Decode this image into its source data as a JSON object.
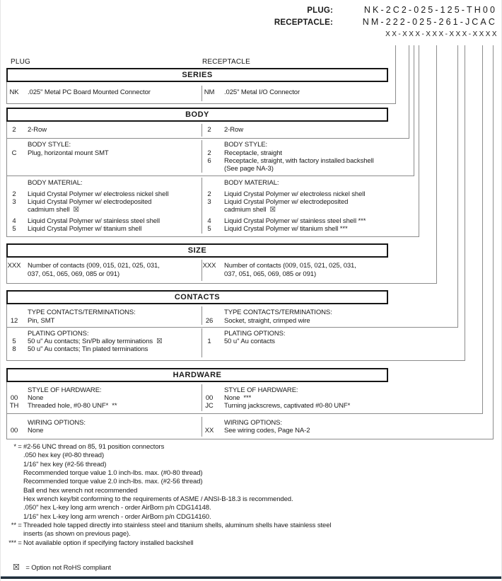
{
  "part_numbers": {
    "plug_label": "PLUG:",
    "plug_value": "NK-2C2-025-125-TH00",
    "receptacle_label": "RECEPTACLE:",
    "receptacle_value": "NM-222-025-261-JCAC",
    "mask": "XX-XXX-XXX-XXX-XXXX"
  },
  "column_headers": {
    "plug": "PLUG",
    "receptacle": "RECEPTACLE"
  },
  "series": {
    "title": "SERIES",
    "plug": {
      "code": "NK",
      "desc": ".025\" Metal PC Board Mounted Connector"
    },
    "receptacle": {
      "code": "NM",
      "desc": ".025\" Metal I/O Connector"
    }
  },
  "body": {
    "title": "BODY",
    "row": {
      "plug": {
        "code": "2",
        "desc": "2-Row"
      },
      "receptacle": {
        "code": "2",
        "desc": "2-Row"
      }
    },
    "style": {
      "plug_label": "BODY STYLE:",
      "receptacle_label": "BODY STYLE:",
      "plug": {
        "code": "C",
        "desc": "Plug, horizontal mount SMT"
      },
      "receptacle": [
        {
          "code": "2",
          "desc": "Receptacle, straight"
        },
        {
          "code": "6",
          "desc": "Receptacle, straight, with factory installed backshell"
        },
        {
          "code": "",
          "desc": "(See page NA-3)"
        }
      ]
    },
    "material": {
      "plug_label": "BODY MATERIAL:",
      "receptacle_label": "BODY MATERIAL:",
      "plug": [
        {
          "code": "2",
          "desc": "Liquid Crystal Polymer w/ electroless nickel shell"
        },
        {
          "code": "3",
          "desc": "Liquid Crystal Polymer w/ electrodeposited"
        },
        {
          "code": "",
          "desc": "cadmium shell  ☒"
        },
        {
          "code": "4",
          "desc": "Liquid Crystal Polymer w/ stainless steel shell"
        },
        {
          "code": "5",
          "desc": "Liquid Crystal Polymer w/ titanium shell"
        }
      ],
      "receptacle": [
        {
          "code": "2",
          "desc": "Liquid Crystal Polymer w/ electroless nickel shell"
        },
        {
          "code": "3",
          "desc": "Liquid Crystal Polymer w/ electrodeposited"
        },
        {
          "code": "",
          "desc": "cadmium shell  ☒"
        },
        {
          "code": "4",
          "desc": "Liquid Crystal Polymer w/ stainless steel shell ***"
        },
        {
          "code": "5",
          "desc": "Liquid Crystal Polymer w/ titanium shell ***"
        }
      ]
    }
  },
  "size": {
    "title": "SIZE",
    "plug": {
      "code": "XXX",
      "line1": "Number of contacts (009, 015, 021, 025, 031,",
      "line2": "037, 051, 065, 069, 085 or 091)"
    },
    "receptacle": {
      "code": "XXX",
      "line1": "Number of contacts (009, 015, 021, 025, 031,",
      "line2": "037, 051, 065, 069, 085 or 091)"
    }
  },
  "contacts": {
    "title": "CONTACTS",
    "type": {
      "plug_label": "TYPE CONTACTS/TERMINATIONS:",
      "receptacle_label": "TYPE CONTACTS/TERMINATIONS:",
      "plug": {
        "code": "12",
        "desc": "Pin, SMT"
      },
      "receptacle": {
        "code": "26",
        "desc": "Socket, straight, crimped wire"
      }
    },
    "plating": {
      "plug_label": "PLATING OPTIONS:",
      "receptacle_label": "PLATING OPTIONS:",
      "plug": [
        {
          "code": "5",
          "desc": "50 u\" Au contacts; Sn/Pb alloy terminations  ☒"
        },
        {
          "code": "8",
          "desc": "50 u\" Au contacts; Tin plated terminations"
        }
      ],
      "receptacle": [
        {
          "code": "1",
          "desc": "50 u\" Au contacts"
        }
      ]
    }
  },
  "hardware": {
    "title": "HARDWARE",
    "style": {
      "plug_label": "STYLE OF HARDWARE:",
      "receptacle_label": "STYLE OF HARDWARE:",
      "plug": [
        {
          "code": "00",
          "desc": "None"
        },
        {
          "code": "TH",
          "desc": "Threaded hole, #0-80 UNF*  **"
        }
      ],
      "receptacle": [
        {
          "code": "00",
          "desc": "None  ***"
        },
        {
          "code": "JC",
          "desc": "Turning jackscrews, captivated #0-80 UNF*"
        }
      ]
    },
    "wiring": {
      "plug_label": "WIRING OPTIONS:",
      "receptacle_label": "WIRING OPTIONS:",
      "plug": {
        "code": "00",
        "desc": "None"
      },
      "receptacle": {
        "code": "XX",
        "desc": "See wiring codes, Page NA-2"
      }
    }
  },
  "footnotes": [
    {
      "marker": "*",
      "eq": "=",
      "text": "#2-56 UNC thread on 85, 91 position connectors"
    },
    {
      "marker": "",
      "eq": "",
      "text": ".050 hex key (#0-80 thread)"
    },
    {
      "marker": "",
      "eq": "",
      "text": "1/16\" hex key (#2-56 thread)"
    },
    {
      "marker": "",
      "eq": "",
      "text": "Recommended torque value 1.0 inch-lbs. max. (#0-80 thread)"
    },
    {
      "marker": "",
      "eq": "",
      "text": "Recommended torque value 2.0 inch-lbs. max. (#2-56 thread)"
    },
    {
      "marker": "",
      "eq": "",
      "text": "Ball end hex wrench not recommended"
    },
    {
      "marker": "",
      "eq": "",
      "text": "Hex wrench key/bit conforming to the requirements of ASME / ANSI-B-18.3 is recommended."
    },
    {
      "marker": "",
      "eq": "",
      "text": ".050\" hex L-key long arm wrench - order AirBorn p/n CDG14148."
    },
    {
      "marker": "",
      "eq": "",
      "text": "1/16\" hex L-key long arm wrench - order AirBorn p/n CDG14160."
    },
    {
      "marker": "**",
      "eq": "=",
      "text": "Threaded hole tapped directly into stainless steel and titanium shells, aluminum shells have stainless steel"
    },
    {
      "marker": "",
      "eq": "",
      "text": "inserts (as shown on previous page)."
    },
    {
      "marker": "***",
      "eq": "=",
      "text": "Not available option if specifying factory installed backshell"
    }
  ],
  "rohs_legend": {
    "symbol": "☒",
    "text": "= Option not RoHS compliant"
  },
  "colors": {
    "footer_bar": "#212e3a",
    "line_gray": "#8c8c8c",
    "border_black": "#161616"
  }
}
